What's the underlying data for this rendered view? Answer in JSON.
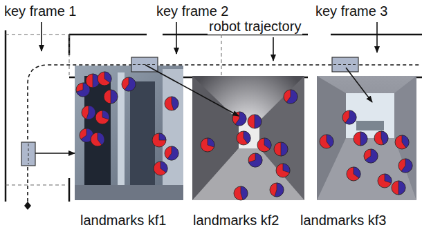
{
  "diagram": {
    "labels": [
      "key frame 1",
      "key frame 2",
      "key frame 3",
      "robot trajectory",
      "landmarks kf1",
      "landmarks kf2",
      "landmarks kf3"
    ]
  }
}
